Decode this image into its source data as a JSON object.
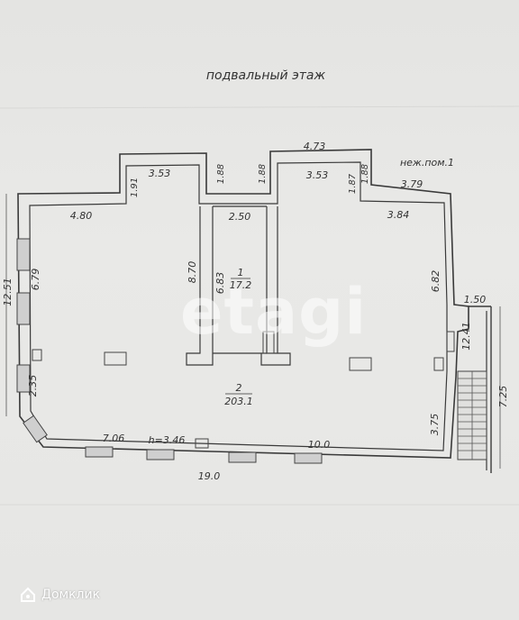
{
  "title": "подвальный этаж",
  "note": "неж.пом.1",
  "rooms": [
    {
      "number": "1",
      "area": "17.2"
    },
    {
      "number": "2",
      "area": "203.1"
    }
  ],
  "height": "h=3.46",
  "dimensions": {
    "top_left_width": "3.53",
    "top_middle_width": "4.73",
    "top_right_width": "3.53",
    "left_notch_a": "1.88",
    "left_notch_b": "1.88",
    "left_notch_depth": "1.91",
    "right_notch_depth": "1.87",
    "right_notch_b": "1.88",
    "upper_left_wall": "4.80",
    "corridor_width": "2.50",
    "upper_right_wall_outer": "3.79",
    "upper_right_wall_inner": "3.84",
    "left_height_outer": "12.51",
    "left_height_inner": "6.79",
    "corridor_left_height": "8.70",
    "room1_height": "6.83",
    "right_inner_height": "6.82",
    "stair_width": "1.50",
    "right_outer_height": "12.41",
    "left_lower": "2.35",
    "right_lower": "3.75",
    "bottom_left": "7.06",
    "bottom_right": "10.0",
    "total_width": "19.0",
    "stair_length": "7.25"
  },
  "watermark": "etagi",
  "brand": "Домклик"
}
